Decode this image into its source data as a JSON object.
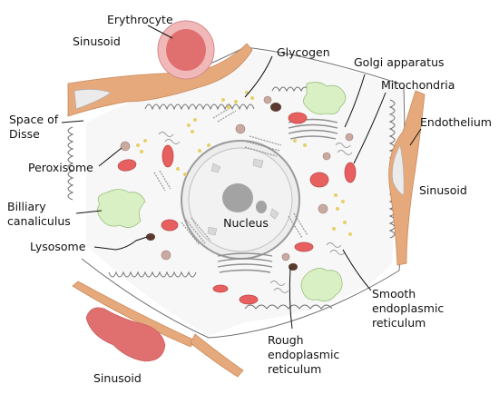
{
  "diagram": {
    "labels": {
      "erythrocyte": "Erythrocyte",
      "sinusoid_top": "Sinusoid",
      "glycogen": "Glycogen",
      "golgi": "Golgi apparatus",
      "mitochondria": "Mitochondria",
      "endothelium": "Endothelium",
      "sinusoid_right": "Sinusoid",
      "space_of_disse_1": "Space of",
      "space_of_disse_2": "Disse",
      "peroxisome": "Peroxisome",
      "billiary_1": "Billiary",
      "billiary_2": "canaliculus",
      "nucleus": "Nucleus",
      "lysosome": "Lysosome",
      "smooth_er_1": "Smooth",
      "smooth_er_2": "endoplasmic",
      "smooth_er_3": "reticulum",
      "rough_er_1": "Rough",
      "rough_er_2": "endoplasmic",
      "rough_er_3": "reticulum",
      "sinusoid_bottom": "Sinusoid"
    },
    "colors": {
      "endothelium": "#e6a97b",
      "erythrocyte_outer": "#f0b8b8",
      "erythrocyte_inner": "#e06f6f",
      "canaliculus": "#d8f0c4",
      "mitochondria": "#e85f5f",
      "cytoplasm": "#f7f7f7",
      "nucleus": "#e8e8e8",
      "nucleolus": "#a3a3a3",
      "glycogen": "#e8cf6a",
      "lysosome": "#5a3a30",
      "peroxisome": "#c9aaa0"
    }
  }
}
